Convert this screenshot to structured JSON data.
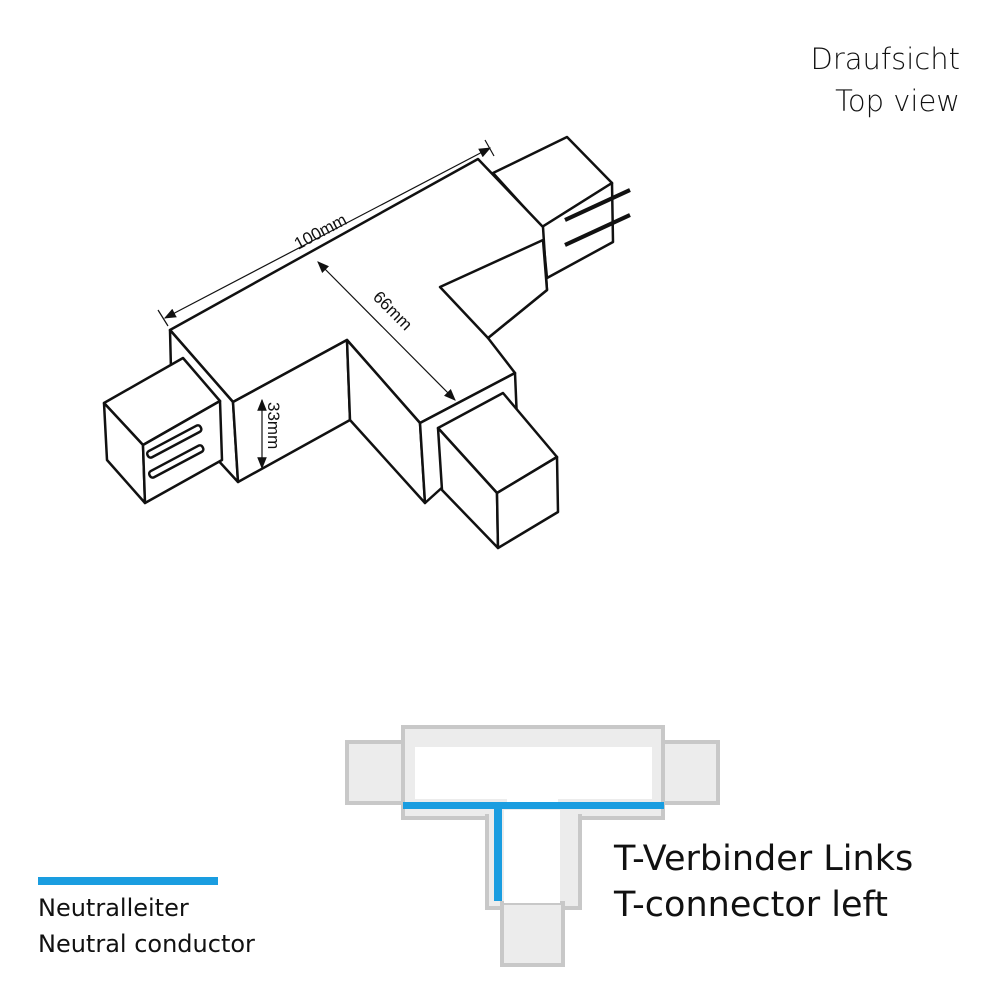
{
  "view_label": {
    "de": "Draufsicht",
    "en": "Top view"
  },
  "dimensions": {
    "length": "100mm",
    "depth": "66mm",
    "height": "33mm"
  },
  "product_title": {
    "de": "T-Verbinder Links",
    "en": "T-connector left"
  },
  "legend": {
    "de": "Neutralleiter",
    "en": "Neutral conductor",
    "color": "#1a9de0"
  },
  "colors": {
    "outline": "#c8c8c8",
    "body_fill": "#ececec",
    "neutral": "#1a9de0"
  }
}
